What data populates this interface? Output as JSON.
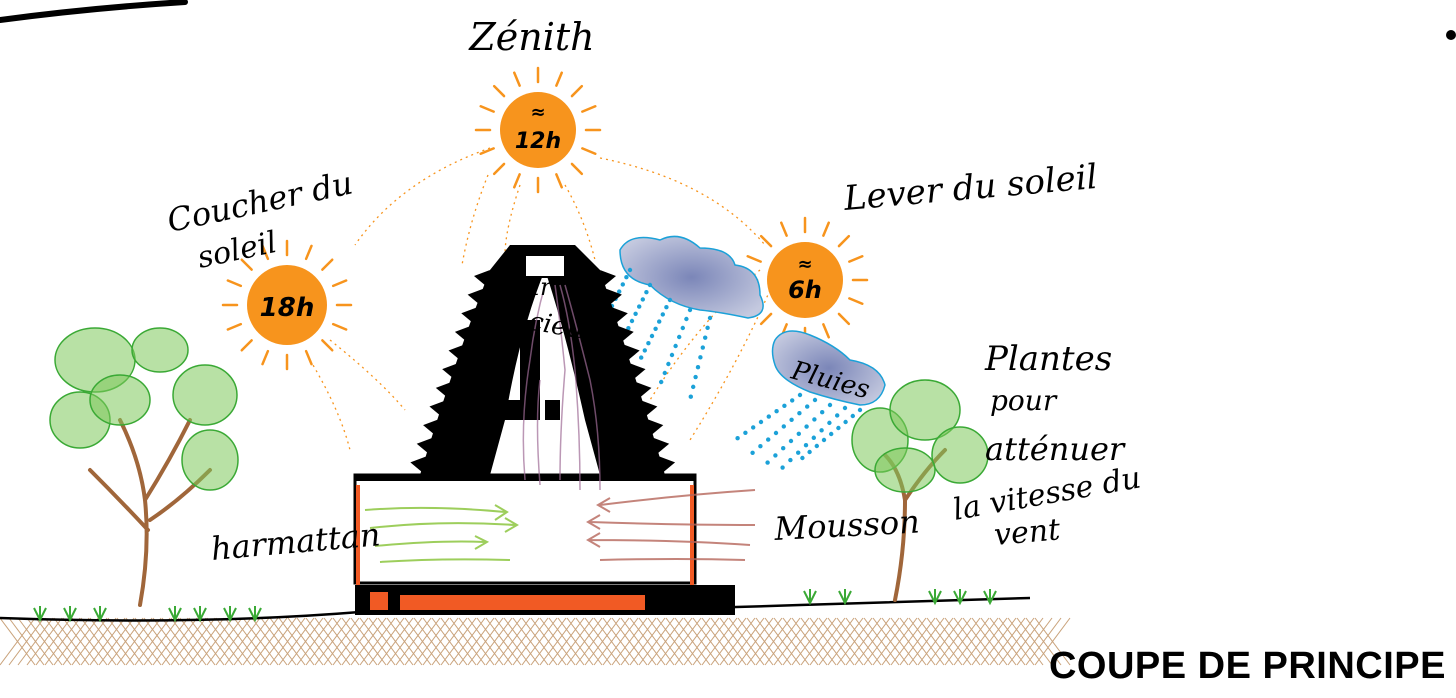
{
  "title": "COUPE DE PRINCIPE",
  "suns": {
    "zenith": {
      "label": "Zénith",
      "time_prefix": "≈",
      "time": "12h"
    },
    "sunrise": {
      "label": "Lever du soleil",
      "time_prefix": "≈",
      "time": "6h"
    },
    "sunset": {
      "label_line1": "Coucher du",
      "label_line2": "soleil",
      "time": "18h"
    }
  },
  "labels": {
    "air_vicieux_1": "air",
    "air_vicieux_2": "vicieux",
    "pluies": "Pluies",
    "harmattan": "harmattan",
    "mousson": "Mousson",
    "plantes_1": "Plantes",
    "plantes_2": "pour",
    "plantes_3": "atténuer",
    "plantes_4": "la vitesse du",
    "plantes_5": "vent"
  },
  "colors": {
    "sun": "#f7941d",
    "roof": "#000000",
    "wall": "#f15a24",
    "harmattan": "#8cc63f",
    "mousson": "#b5655a",
    "rain": "#1ba1d8",
    "cloud": "#6b7aa8",
    "tree": "#6cbf45",
    "trunk": "#a0663a",
    "ground_hatch": "#c9a27a"
  }
}
